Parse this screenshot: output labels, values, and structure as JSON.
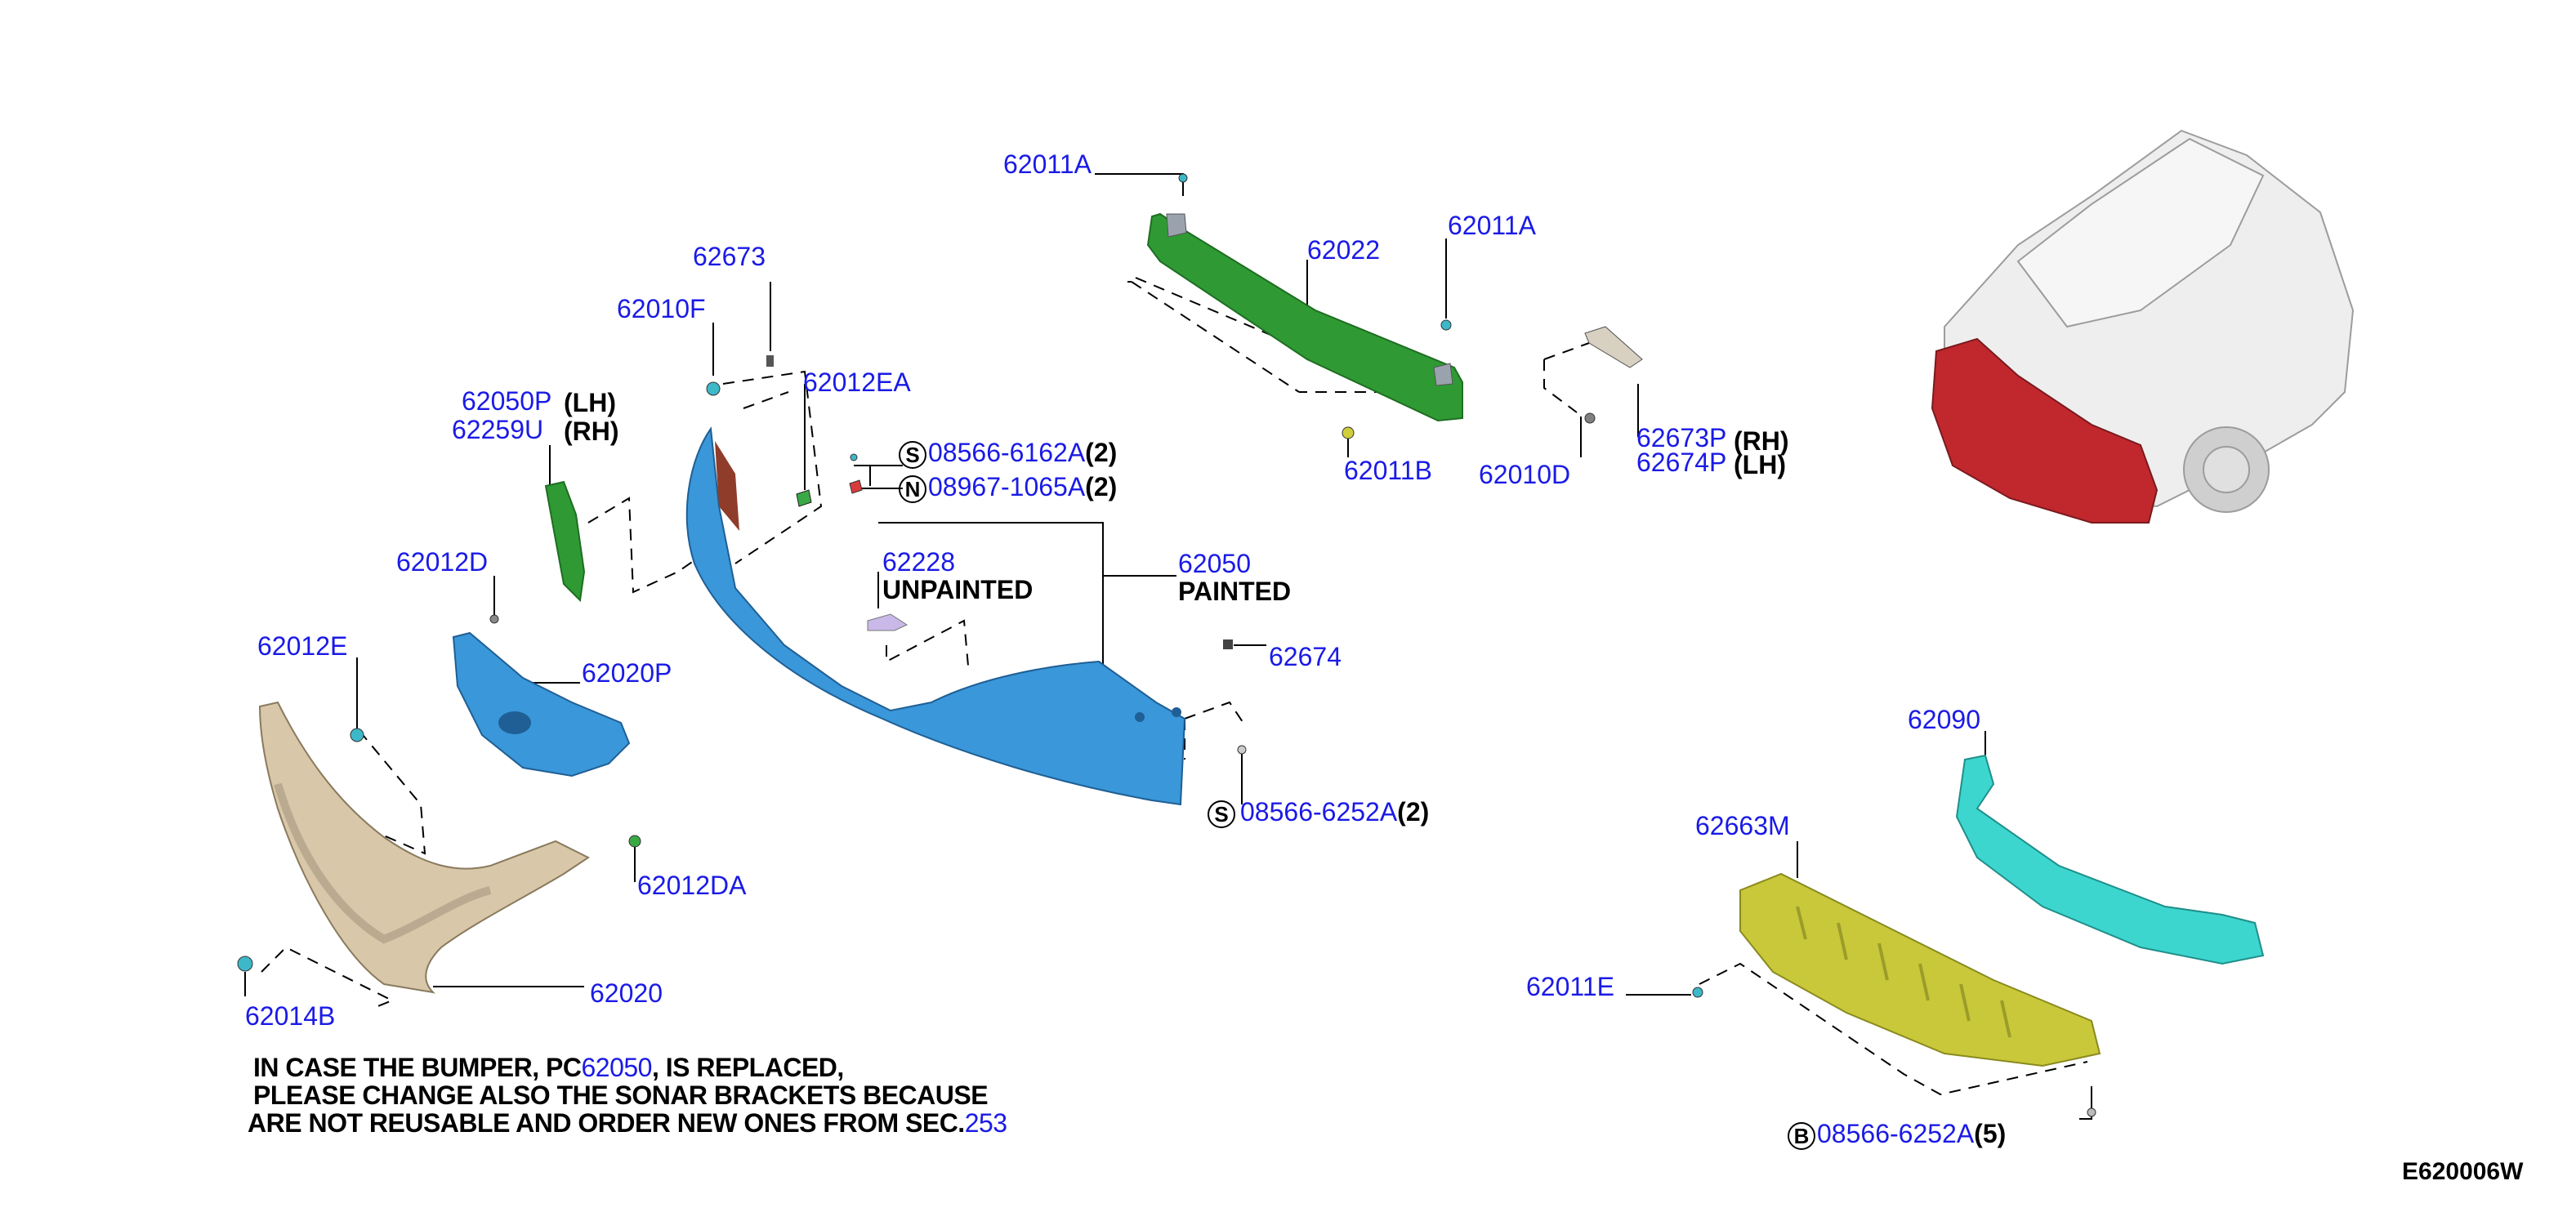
{
  "diagram_code": "E620006W",
  "colors": {
    "part_number": "#1a1ae6",
    "bumper_fascia": "#3a97d9",
    "reinforcement": "#2f9a34",
    "grille_frame": "#d8c7a9",
    "absorber": "#3dd6cf",
    "undercover": "#c8c83a",
    "highlight_red": "#c0282e"
  },
  "labels": {
    "p62011A_top": "62011A",
    "p62022": "62022",
    "p62011A_right": "62011A",
    "p62011B": "62011B",
    "p62010D": "62010D",
    "p62673P": "62673P",
    "p62674P": "62674P",
    "rh1": "(RH)",
    "lh1": "(LH)",
    "p62673": "62673",
    "p62010F": "62010F",
    "p62012EA": "62012EA",
    "p62050P": "62050P",
    "lh2": "(LH)",
    "p62259U": "62259U",
    "rh2": "(RH)",
    "s_circle": "S",
    "p08566_6162A": "08566-6162A",
    "qty_2a": "(2)",
    "n_circle": "N",
    "p08967_1065A": "08967-1065A",
    "qty_2b": "(2)",
    "p62228": "62228",
    "unpainted": "UNPAINTED",
    "p62050": "62050",
    "painted": "PAINTED",
    "p62012D": "62012D",
    "p62020P": "62020P",
    "p62674": "62674",
    "p62012E": "62012E",
    "s_circle2": "S",
    "p08566_6252A": "08566-6252A",
    "qty_2c": "(2)",
    "p62012DA": "62012DA",
    "p62014B": "62014B",
    "p62020": "62020",
    "p62090": "62090",
    "p62663M": "62663M",
    "p62011E": "62011E",
    "b_circle": "B",
    "p08566_6252A_b": "08566-6252A",
    "qty_5": "(5)"
  },
  "note": {
    "line1_a": "IN CASE THE BUMPER, PC",
    "line1_ref": "62050",
    "line1_b": ", IS REPLACED,",
    "line2": "PLEASE CHANGE ALSO THE SONAR BRACKETS BECAUSE",
    "line3_a": "ARE NOT REUSABLE AND ORDER NEW ONES FROM SEC.",
    "line3_ref": "253"
  }
}
